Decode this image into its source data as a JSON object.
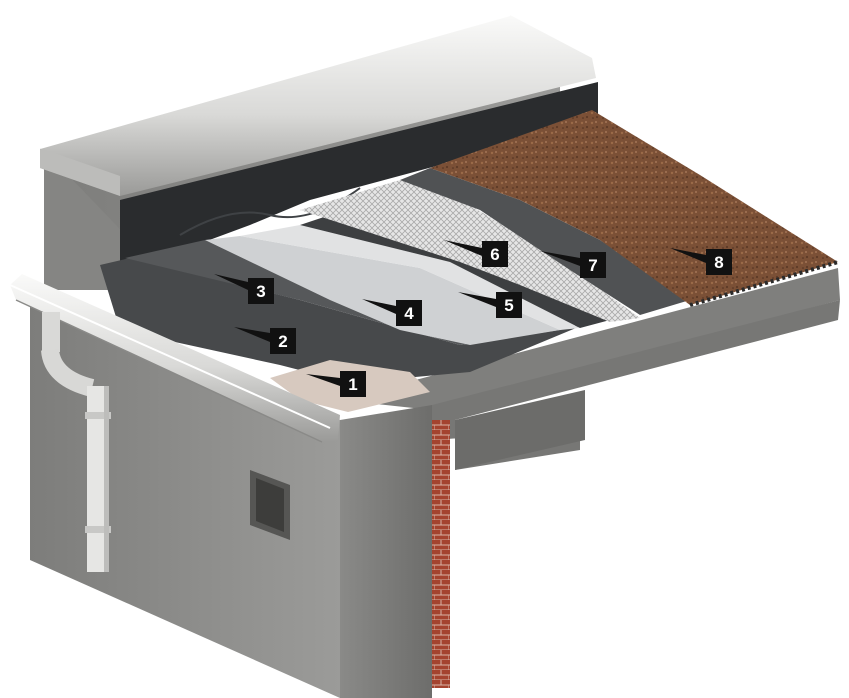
{
  "diagram": {
    "subject": "flat-roof-layer-cutaway",
    "callouts": [
      {
        "id": "c1",
        "label": "1"
      },
      {
        "id": "c2",
        "label": "2"
      },
      {
        "id": "c3",
        "label": "3"
      },
      {
        "id": "c4",
        "label": "4"
      },
      {
        "id": "c5",
        "label": "5"
      },
      {
        "id": "c6",
        "label": "6"
      },
      {
        "id": "c7",
        "label": "7"
      },
      {
        "id": "c8",
        "label": "8"
      }
    ]
  },
  "colors": {
    "concrete": "#8f8f8d",
    "concrete_dark": "#6f6f6d",
    "membrane_dark": "#4a4c4e",
    "membrane_light": "#d2d4d6",
    "mesh": "#e4e4e4",
    "gravel": "#7a4f35",
    "metal": "#e8e8e6",
    "brick": "#a0412e",
    "callout": "#111111"
  }
}
